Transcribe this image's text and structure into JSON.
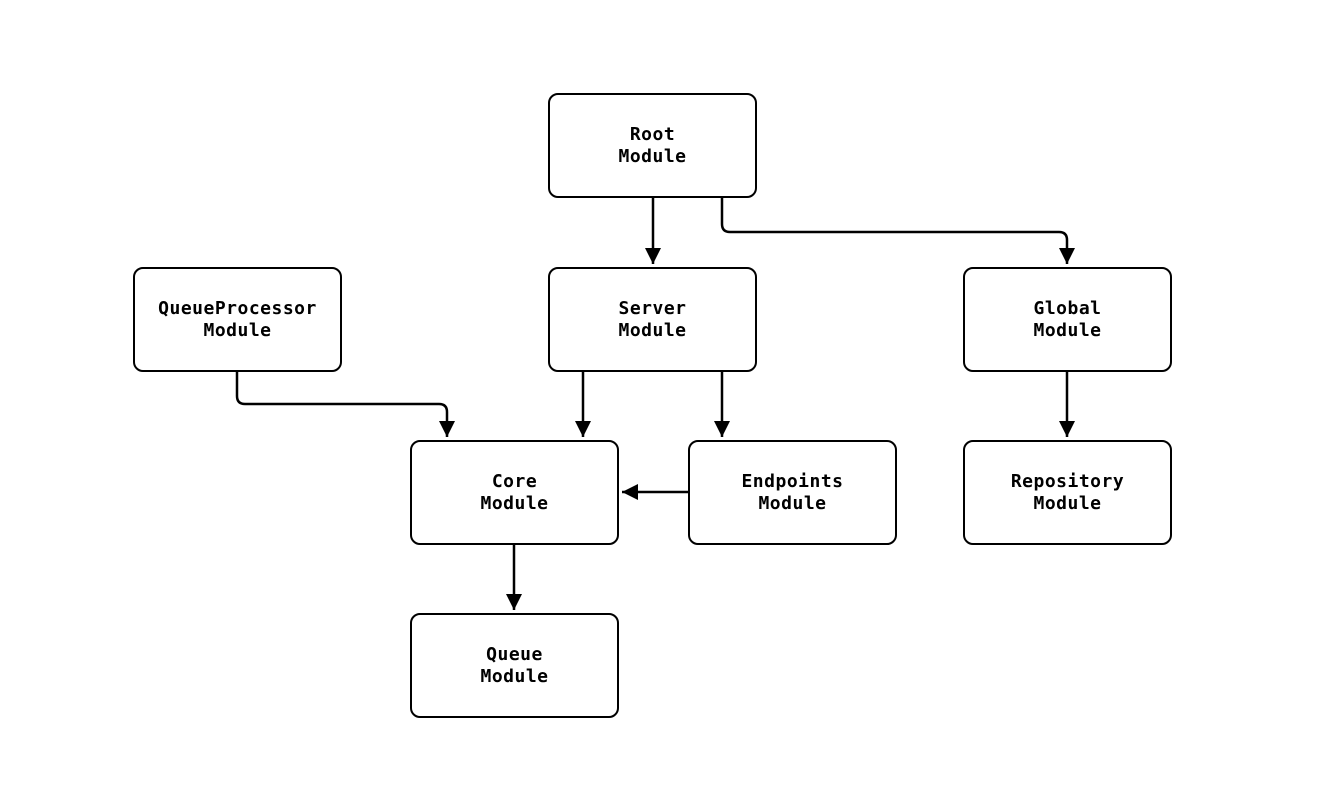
{
  "diagram": {
    "background_color": "#ffffff",
    "node_fill_color": "#ffffff",
    "stroke_color": "#000000",
    "nodes": {
      "root": {
        "label": "Root\nModule"
      },
      "queueprocessor": {
        "label": "QueueProcessor\nModule"
      },
      "server": {
        "label": "Server\nModule"
      },
      "global": {
        "label": "Global\nModule"
      },
      "core": {
        "label": "Core\nModule"
      },
      "endpoints": {
        "label": "Endpoints\nModule"
      },
      "repository": {
        "label": "Repository\nModule"
      },
      "queue": {
        "label": "Queue\nModule"
      }
    },
    "edges": [
      {
        "from": "Root Module",
        "to": "Server Module"
      },
      {
        "from": "Root Module",
        "to": "Global Module"
      },
      {
        "from": "QueueProcessor Module",
        "to": "Core Module"
      },
      {
        "from": "Server Module",
        "to": "Core Module"
      },
      {
        "from": "Server Module",
        "to": "Endpoints Module"
      },
      {
        "from": "Endpoints Module",
        "to": "Core Module"
      },
      {
        "from": "Global Module",
        "to": "Repository Module"
      },
      {
        "from": "Core Module",
        "to": "Queue Module"
      }
    ]
  }
}
